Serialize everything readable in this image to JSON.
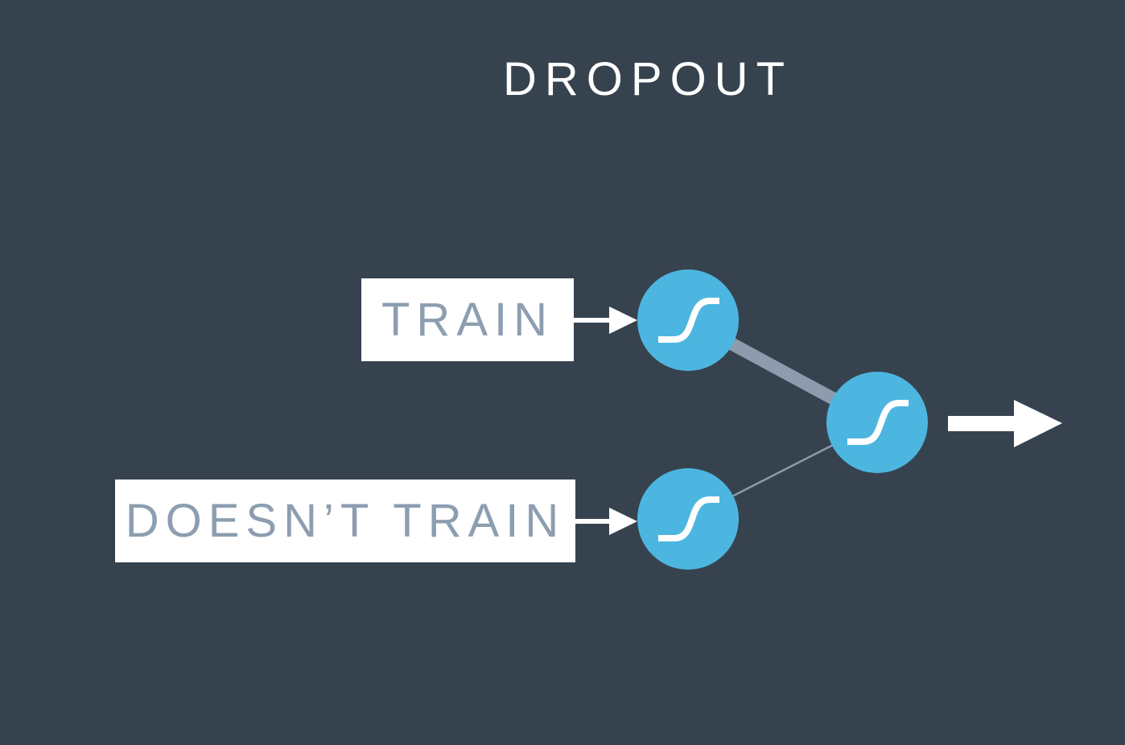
{
  "title": "DROPOUT",
  "labels": {
    "train": "TRAIN",
    "doesnt_train": "DOESN’T TRAIN"
  },
  "colors": {
    "background": "#36434f",
    "node": "#4db6e0",
    "active_connection": "#8c9cae",
    "dropped_connection": "#8c9cae",
    "arrow": "#ffffff",
    "label_text": "#8c9eb0"
  },
  "nodes": [
    {
      "id": "node-train",
      "icon": "sigmoid-icon"
    },
    {
      "id": "node-dropped",
      "icon": "sigmoid-icon"
    },
    {
      "id": "node-output",
      "icon": "sigmoid-icon"
    }
  ]
}
